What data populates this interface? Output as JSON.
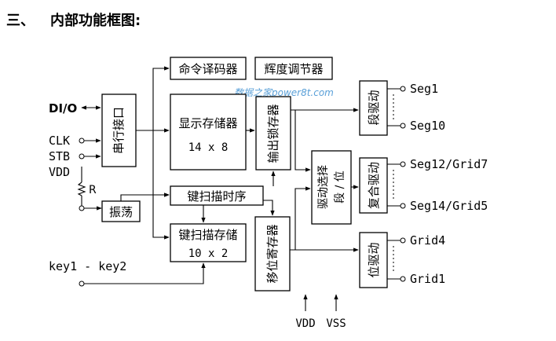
{
  "heading": {
    "number": "三、",
    "title": "内部功能框图:"
  },
  "watermark": "数据之家power8t.com",
  "blocks": {
    "serial_interface": "串行接口",
    "command_decoder": "命令译码器",
    "brightness_control": "辉度调节器",
    "display_memory_title": "显示存储器",
    "display_memory_size": "14 x 8",
    "output_latch": "输出锁存器",
    "key_scan_timing": "键扫描时序",
    "key_scan_memory_title": "键扫描存储",
    "key_scan_memory_size": "10 x 2",
    "oscillator": "振荡",
    "shift_register": "移位寄存器",
    "drive_select_col1": "驱动选择",
    "drive_select_col2": "段 / 位",
    "segment_driver": "段驱动",
    "composite_driver": "复合驱动",
    "grid_driver": "位驱动"
  },
  "pins_left": {
    "dio": "DI/O",
    "clk": "CLK",
    "stb": "STB",
    "vdd": "VDD",
    "resistor": "R",
    "keys": "key1 - key2"
  },
  "pins_right": {
    "seg1": "Seg1",
    "seg10": "Seg10",
    "seg12": "Seg12/Grid7",
    "seg14": "Seg14/Grid5",
    "grid4": "Grid4",
    "grid1": "Grid1"
  },
  "pins_bottom": {
    "vdd": "VDD",
    "vss": "VSS"
  }
}
